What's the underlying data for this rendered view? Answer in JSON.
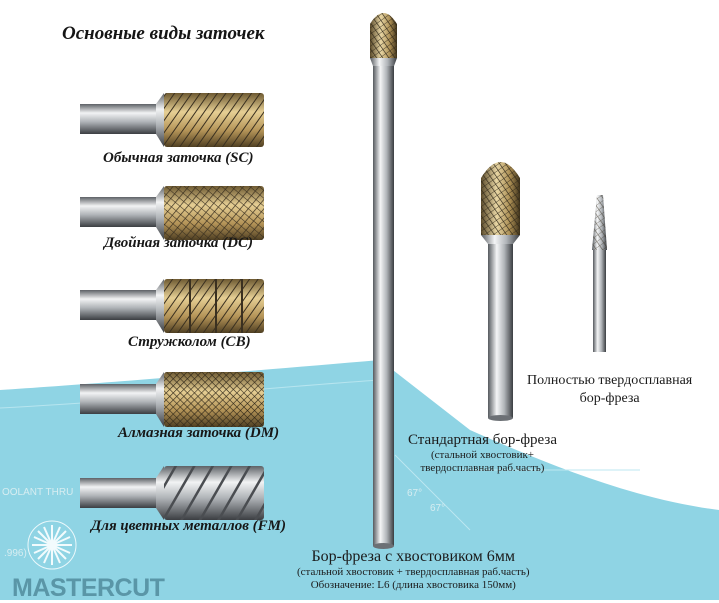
{
  "title": "Основные виды заточек",
  "types": [
    {
      "label": "Обычная заточка (SC)"
    },
    {
      "label": "Двойная заточка (DC)"
    },
    {
      "label": "Стружколом (CB)"
    },
    {
      "label": "Алмазная заточка (DM)"
    },
    {
      "label": "Для цветных металлов (FM)"
    }
  ],
  "captions": {
    "solid": {
      "line1": "Полностью твердосплавная",
      "line2": "бор-фреза"
    },
    "standard": {
      "main": "Стандартная бор-фреза",
      "sub1": "(стальной хвостовик+",
      "sub2": "твердосплавная раб.часть)"
    },
    "long": {
      "main": "Бор-фреза с хвостовиком 6мм",
      "sub1": "(стальной хвостовик + твердосплавная раб.часть)",
      "sub2": "Обозначение: L6 (длина хвостовика 150мм)"
    }
  },
  "background": {
    "coolant": "OOLANT THRU",
    "angle1": "67°",
    "angle2": "67°",
    "code": ".996)",
    "logo": "MASTERCUT"
  },
  "colors": {
    "paper_blue": "#8fd3e3",
    "gold": "#c9a55c",
    "steel": "#b9bcc0"
  }
}
